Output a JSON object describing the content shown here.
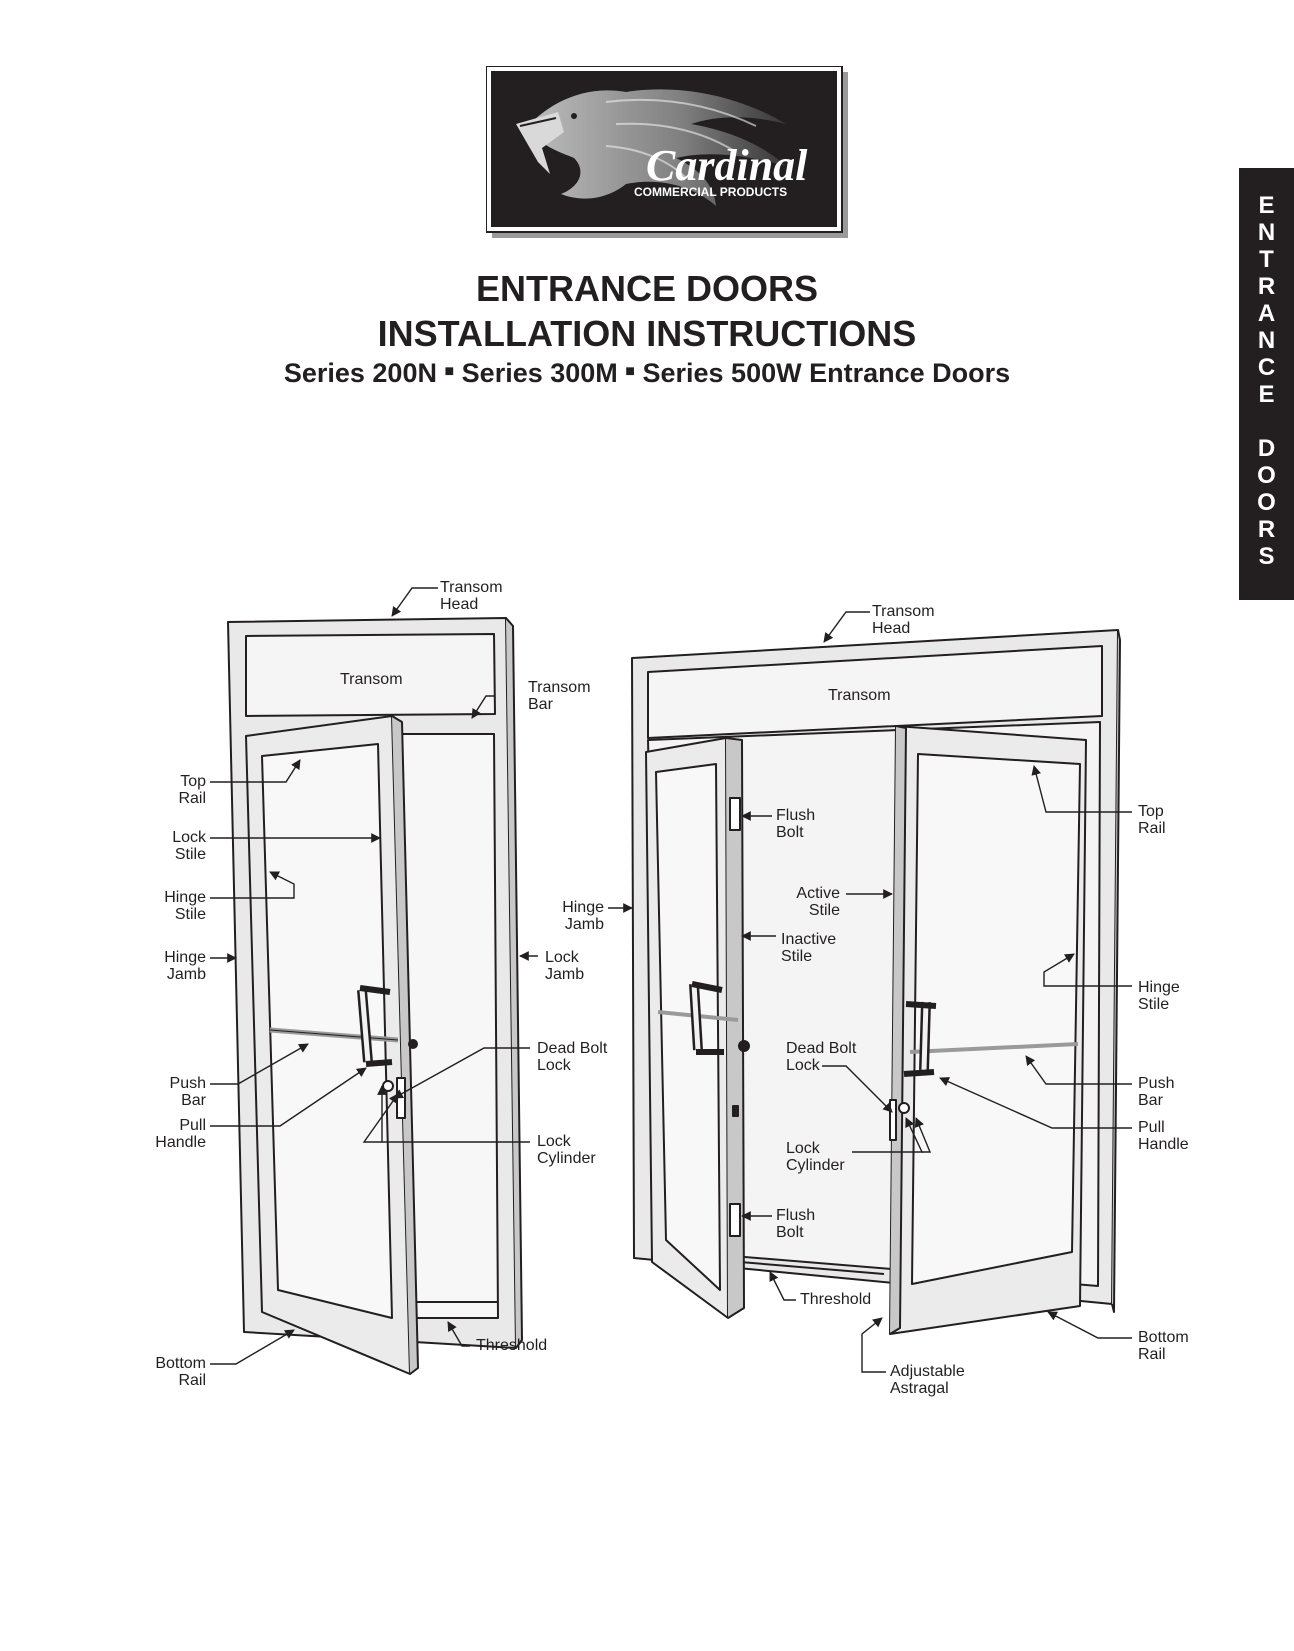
{
  "logo": {
    "brand": "Cardinal",
    "tagline": "COMMERCIAL PRODUCTS",
    "icon": "cardinal-bird-emblem"
  },
  "header": {
    "title_line1": "ENTRANCE DOORS",
    "title_line2": "INSTALLATION INSTRUCTIONS",
    "series": [
      "Series 200N",
      "Series 300M",
      "Series 500W Entrance Doors"
    ],
    "separator": "■"
  },
  "side_tab": {
    "letters": [
      "E",
      "N",
      "T",
      "R",
      "A",
      "N",
      "C",
      "E",
      "",
      "D",
      "O",
      "O",
      "R",
      "S"
    ]
  },
  "single_door": {
    "transom_head": [
      "Transom",
      "Head"
    ],
    "transom": "Transom",
    "transom_bar": [
      "Transom",
      "Bar"
    ],
    "top_rail": [
      "Top",
      "Rail"
    ],
    "lock_stile": [
      "Lock",
      "Stile"
    ],
    "hinge_stile": [
      "Hinge",
      "Stile"
    ],
    "hinge_jamb": [
      "Hinge",
      "Jamb"
    ],
    "lock_jamb": [
      "Lock",
      "Jamb"
    ],
    "dead_bolt_lock": [
      "Dead Bolt",
      "Lock"
    ],
    "push_bar": [
      "Push",
      "Bar"
    ],
    "pull_handle": [
      "Pull",
      "Handle"
    ],
    "lock_cylinder": [
      "Lock",
      "Cylinder"
    ],
    "threshold": "Threshold",
    "bottom_rail": [
      "Bottom",
      "Rail"
    ]
  },
  "double_door": {
    "transom_head": [
      "Transom",
      "Head"
    ],
    "transom": "Transom",
    "flush_bolt_top": [
      "Flush",
      "Bolt"
    ],
    "top_rail": [
      "Top",
      "Rail"
    ],
    "hinge_jamb": [
      "Hinge",
      "Jamb"
    ],
    "active_stile": [
      "Active",
      "Stile"
    ],
    "inactive_stile": [
      "Inactive",
      "Stile"
    ],
    "hinge_stile": [
      "Hinge",
      "Stile"
    ],
    "dead_bolt_lock": [
      "Dead Bolt",
      "Lock"
    ],
    "push_bar": [
      "Push",
      "Bar"
    ],
    "pull_handle": [
      "Pull",
      "Handle"
    ],
    "lock_cylinder": [
      "Lock",
      "Cylinder"
    ],
    "flush_bolt_bottom": [
      "Flush",
      "Bolt"
    ],
    "threshold": "Threshold",
    "bottom_rail": [
      "Bottom",
      "Rail"
    ],
    "adjustable_astragal": [
      "Adjustable",
      "Astragal"
    ]
  },
  "colors": {
    "ink": "#231f20",
    "frame": "#e9e9e9",
    "glass": "#f6f6f6",
    "tab_bg": "#231f20"
  }
}
